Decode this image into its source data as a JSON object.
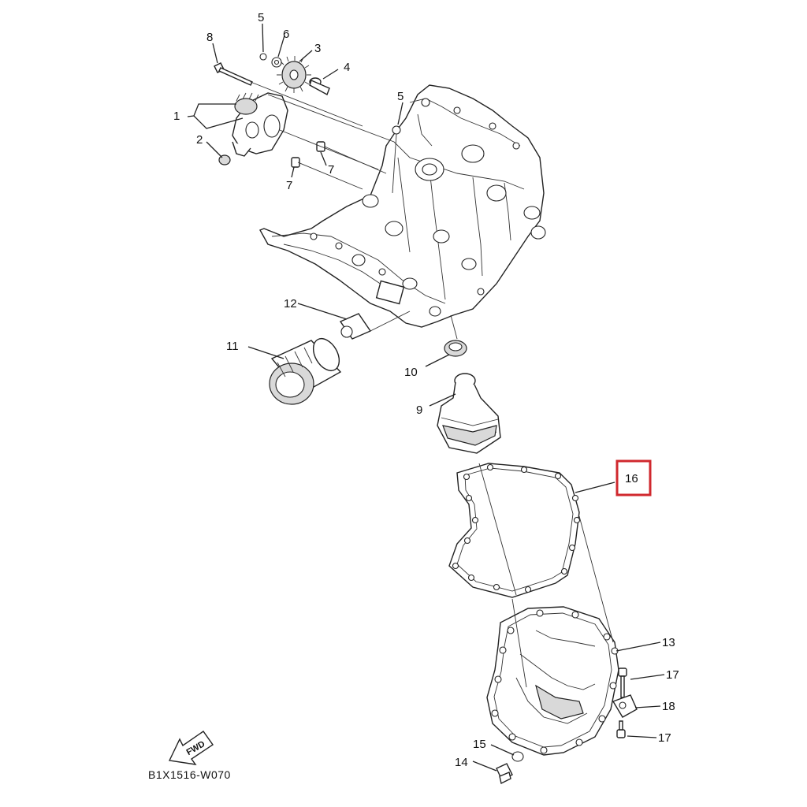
{
  "labels": {
    "p1": "1",
    "p2": "2",
    "p3": "3",
    "p4": "4",
    "p5a": "5",
    "p5b": "5",
    "p6": "6",
    "p7a": "7",
    "p7b": "7",
    "p8": "8",
    "p9": "9",
    "p10": "10",
    "p11": "11",
    "p12": "12",
    "p13": "13",
    "p14": "14",
    "p15": "15",
    "p16": "16",
    "p17a": "17",
    "p17b": "17",
    "p18": "18"
  },
  "diagram_code": "B1X1516-W070",
  "fwd_label": "FWD",
  "highlight": {
    "part": "16",
    "color": "#d0282e"
  }
}
